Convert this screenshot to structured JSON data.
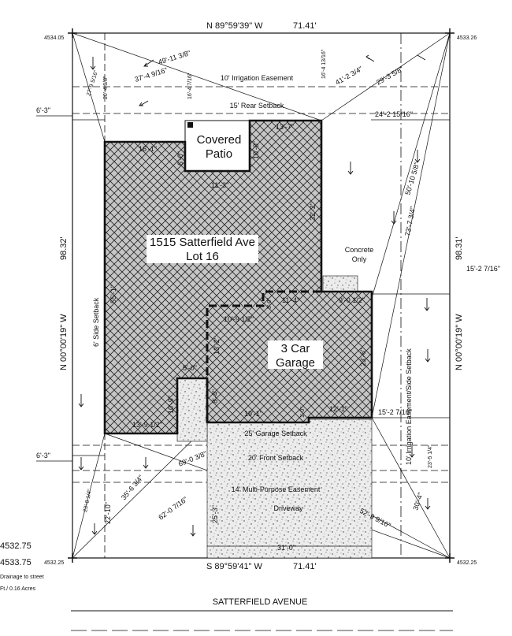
{
  "lot": {
    "north_bearing": "N 89°59'39\" W",
    "north_length": "71.41'",
    "south_bearing": "S 89°59'41\" W",
    "south_length": "71.41'",
    "west_bearing": "N 00°00'19\" W",
    "west_length": "98.32'",
    "east_bearing": "N 00°00'19\" W",
    "east_length": "98.31'",
    "corner_nw": "4534.05",
    "corner_ne": "4533.26",
    "corner_sw": "4532.25",
    "corner_se": "4532.25"
  },
  "house": {
    "address": "1515 Satterfield Ave",
    "lot": "Lot 16",
    "patio_line1": "Covered",
    "patio_line2": "Patio",
    "garage_line1": "3 Car",
    "garage_line2": "Garage",
    "concrete_line1": "Concrete",
    "concrete_line2": "Only",
    "driveway": "Driveway"
  },
  "zones": {
    "irrigation_rear": "10' Irrigation Easement",
    "rear_setback": "15' Rear Setback",
    "side_setback": "6' Side Setback",
    "irrigation_side": "10' Irrigation Easement/Side Setback",
    "garage_setback": "25' Garage Setback",
    "front_setback": "20' Front Setback",
    "multi_purpose": "14' Multi-Purpose Easement"
  },
  "dims": {
    "d_rear_left_diag": "49'-11 3/8\"",
    "d_rear_left_diag2": "37'-4 9/16\"",
    "d_rear_left_small": "27'-9 5/16\"",
    "d_rear_left_vert": "20'-4 3/8\"",
    "d_rear_mid": "16'-4 7/16\"",
    "d_rear_right_vert": "16'-4 13/16\"",
    "d_rear_right_diag": "41'-2 3/4\"",
    "d_rear_right_diag2": "29'-3 5/8\"",
    "d_right_diag": "50'-10 5/8\"",
    "d_right_diag2": "73'-7 3/4\"",
    "d_right_offset": "24'-2 15/16\"",
    "d_left_offset_top": "6'-3\"",
    "d_left_offset_bottom": "6'-3\"",
    "d_house_left_top": "16'-1\"",
    "d_patio_top": "13'-7\"",
    "d_patio_right": "10'-0\"",
    "d_patio_left": "6'-0\"",
    "d_patio_bottom": "11'-3\"",
    "d_house_right": "32'-2\"",
    "d_house_left": "55'-1\"",
    "d_garage_step": "3'-0\"",
    "d_garage_top": "11'-4\"",
    "d_garage_right_top": "9'-0 1/2\"",
    "d_right_offset_mid": "15'-2 7/16\"",
    "d_garage_inner": "10'-9 1/2\"",
    "d_garage_left": "13'-2\"",
    "d_garage_right": "23'-6\"",
    "d_entry_top": "5'-0\"",
    "d_entry_left": "10'-9\"",
    "d_entry_right": "8'-4\"",
    "d_house_bottom_left": "13'-9 1/2\"",
    "d_garage_bottom": "19'-1\"",
    "d_garage_jog": "1'-0\"",
    "d_garage_bottom_right": "12'-1\"",
    "d_right_offset_low": "15'-2 7/16\"",
    "d_front_diag": "69'-0 3/8\"",
    "d_front_diag2": "35'-6 3/4\"",
    "d_front_diag3": "62'-0 7/16\"",
    "d_front_left_small": "23'-8 1/4\"",
    "d_front_left_vert": "22'-10\"",
    "d_drive_depth": "25'-3\"",
    "d_front_right_diag": "52'-9 9/16\"",
    "d_front_right_vert": "30'-4\"",
    "d_front_right_small": "23'-5 1/4\"",
    "d_drive_width": "31'-0\""
  },
  "legend": {
    "elev_1": "4532.75",
    "elev_2": "4533.75",
    "note_drainage": "Drainage to street",
    "note_area": "Ft./ 0.16 Acres"
  },
  "street_name": "SATTERFIELD AVENUE",
  "colors": {
    "ink": "#111111",
    "paper": "#ffffff",
    "house_fill": "#bcbcbc",
    "concrete_fill": "#e6e6e6"
  }
}
